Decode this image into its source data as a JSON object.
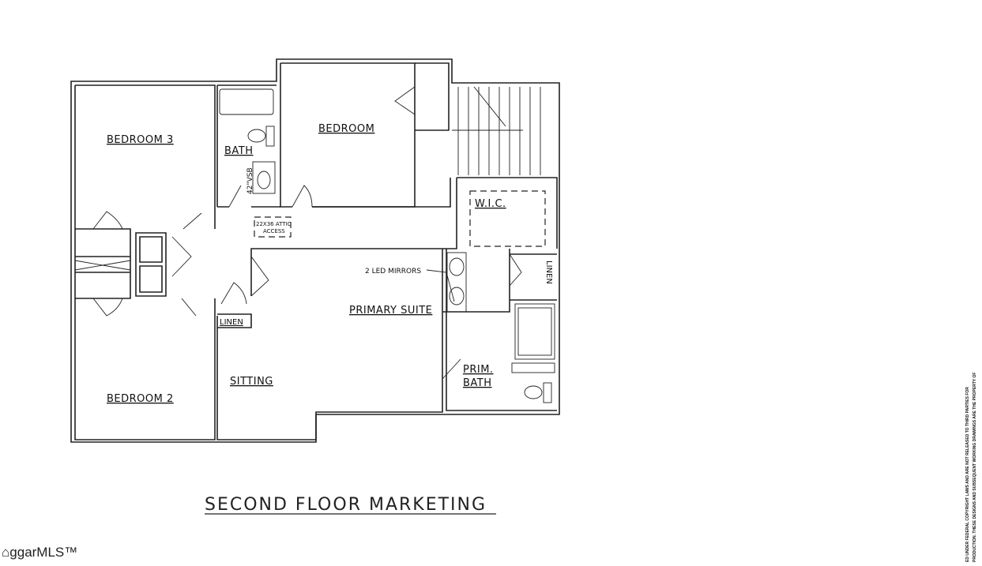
{
  "plan": {
    "title": "SECOND FLOOR MARKETING",
    "rooms": {
      "bedroom3": "BEDROOM 3",
      "bedroom2": "BEDROOM 2",
      "bedroom": "BEDROOM",
      "bath": "BATH",
      "vanity": "42\"VSB",
      "attic": "22X36 ATTIC",
      "attic2": "ACCESS",
      "wic": "W.I.C.",
      "mirrors": "2 LED MIRRORS",
      "primary_suite": "PRIMARY SUITE",
      "linen_left": "LINEN",
      "linen_right": "LINEN",
      "sitting": "SITTING",
      "prim_bath_1": "PRIM.",
      "prim_bath_2": "BATH"
    },
    "copyright_line1": "ED UNDER FEDERAL COPYRIGHT LAWS AND ARE NOT RELEASED TO THIRD PARTIES FOR",
    "copyright_line2": "PRODUCTION. THESE DESIGNS AND SUBSEQUENT WORKING DRAWINGS ARE THE PROPERTY OF"
  },
  "logo": {
    "text": "ggarMLS™"
  }
}
